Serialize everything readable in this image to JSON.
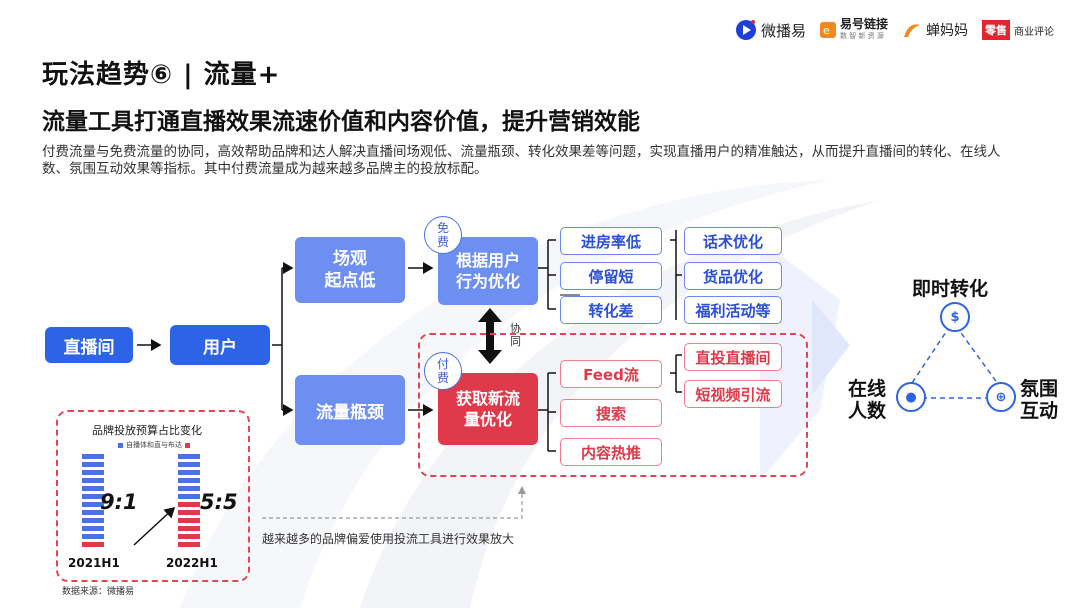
{
  "header": {
    "logos": [
      {
        "name": "微播易",
        "color": "#1f3fd6"
      },
      {
        "name": "易号链接",
        "sub": "数 智 新 资 源",
        "color": "#f08a1c"
      },
      {
        "name": "蝉妈妈",
        "color": "#f08a1c"
      },
      {
        "name": "商业评论",
        "mark": "零售",
        "color": "#e0262f"
      }
    ]
  },
  "title": "玩法趋势⑥ | 流量+",
  "subtitle": "流量工具打通直播效果流速价值和内容价值，提升营销效能",
  "description": "付费流量与免费流量的协同，高效帮助品牌和达人解决直播间场观低、流量瓶颈、转化效果差等问题，实现直播用户的精准触达，从而提升直播间的转化、在线人数、氛围互动效果等指标。其中付费流量成为越来越多品牌主的投放标配。",
  "flow": {
    "live": "直播间",
    "user": "用户",
    "scene_low": "场观\n起点低",
    "traffic_bottleneck": "流量瓶颈",
    "free_tag": "免\n费",
    "paid_tag": "付\n费",
    "behavior_opt": "根据用户\n行为优化",
    "new_traffic": "获取新流\n量优化",
    "synergy": "协\n同",
    "problems": [
      "进房率低",
      "停留短",
      "转化差"
    ],
    "solutions": [
      "话术优化",
      "货品优化",
      "福利活动等"
    ],
    "paid_channels": [
      "Feed流",
      "搜索",
      "内容热推"
    ],
    "paid_targets": [
      "直投直播间",
      "短视频引流"
    ],
    "note": "越来越多的品牌偏爱使用投流工具进行效果放大"
  },
  "outcomes": {
    "instant": "即时转化",
    "online": "在线\n人数",
    "atmosphere": "氛围\n互动"
  },
  "budget_chart": {
    "title": "品牌投放预算占比变化",
    "legend": [
      "自播体和直与布达",
      ""
    ],
    "legend_colors": [
      "#4a72e8",
      "#e03a4a"
    ],
    "bars": [
      {
        "label": "2021H1",
        "ratio": "9:1",
        "blue": 9,
        "red": 1
      },
      {
        "label": "2022H1",
        "ratio": "5:5",
        "blue": 5,
        "red": 5
      }
    ]
  },
  "source": "数据来源：微播易",
  "colors": {
    "blue_dark": "#2d63e6",
    "blue_light": "#6d8ff2",
    "red": "#e03a4a"
  }
}
